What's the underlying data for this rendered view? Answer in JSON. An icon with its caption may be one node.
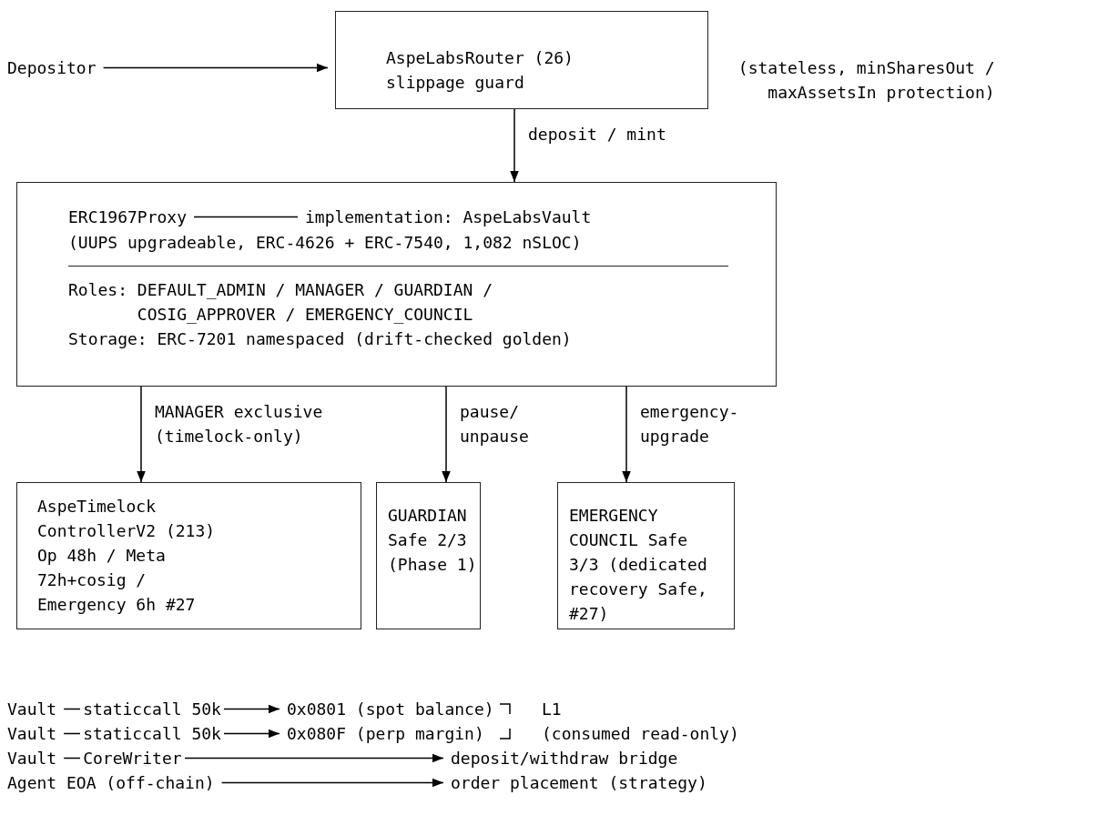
{
  "diagram": {
    "nodes": [
      {
        "text": [
          "Depositor"
        ]
      },
      {
        "text": [
          "AspeLabsRouter (26) slippage guard"
        ],
        "beside": [
          "(stateless, minSharesOut / maxAssetsIn protection)"
        ]
      },
      {
        "text": [
          "(UUPS upgradeable, ERC-4626 + ERC-7540, 1,082 nSLOC)",
          "Roles: DEFAULT_ADMIN / MANAGER / GUARDIAN / COSIG_APPROVER / EMERGENCY_COUNCIL",
          "Storage: ERC-7201 namespaced (drift-checked golden)"
        ]
      },
      {
        "text": [
          "ERC1967Proxy"
        ],
        "in": 2
      },
      {
        "text": [
          "implementation: AspeLabsVault"
        ],
        "in": 2
      },
      {
        "text": [
          "AspeTimelock ControllerV2 (213)",
          "Op 48h / Meta 72h+cosig / Emergency 6h #27"
        ]
      },
      {
        "text": [
          "GUARDIAN Safe 2/3 (Phase 1)"
        ]
      },
      {
        "text": [
          "EMERGENCY COUNCIL Safe 3/3 (dedicated recovery Safe, #27)"
        ]
      },
      {
        "text": [
          "Vault"
        ]
      },
      {
        "text": [
          "0x0801 (spot balance)"
        ]
      },
      {
        "text": [
          "Vault"
        ]
      },
      {
        "text": [
          "0x080F (perp margin)"
        ]
      },
      {
        "text": [
          "Vault"
        ]
      },
      {
        "text": [
          "deposit/withdraw bridge"
        ]
      },
      {
        "text": [
          "Agent EOA (off-chain)"
        ]
      },
      {
        "text": [
          "order placement (strategy)"
        ]
      }
    ],
    "edges": [
      {
        "from": 0,
        "to": 1,
        "arrow": "to"
      },
      {
        "from": 1,
        "to": 2,
        "arrow": "to",
        "label": "deposit / mint"
      },
      {
        "from": 3,
        "to": 4,
        "arrow": "none"
      },
      {
        "from": 2,
        "to": 5,
        "arrow": "to",
        "label": "MANAGER exclusive (timelock-only)"
      },
      {
        "from": 2,
        "to": 6,
        "arrow": "to",
        "label": "pause/ unpause"
      },
      {
        "from": 2,
        "to": 7,
        "arrow": "to",
        "label": "emergency- upgrade"
      },
      {
        "from": 8,
        "to": 9,
        "arrow": "to",
        "label": "staticcall 50k"
      },
      {
        "from": 10,
        "to": 11,
        "arrow": "to",
        "label": "staticcall 50k"
      },
      {
        "from": 12,
        "to": 13,
        "arrow": "to",
        "label": "CoreWriter"
      },
      {
        "from": 14,
        "to": 15,
        "arrow": "to"
      }
    ],
    "labels": [
      "L1",
      "(consumed read-only)"
    ]
  }
}
